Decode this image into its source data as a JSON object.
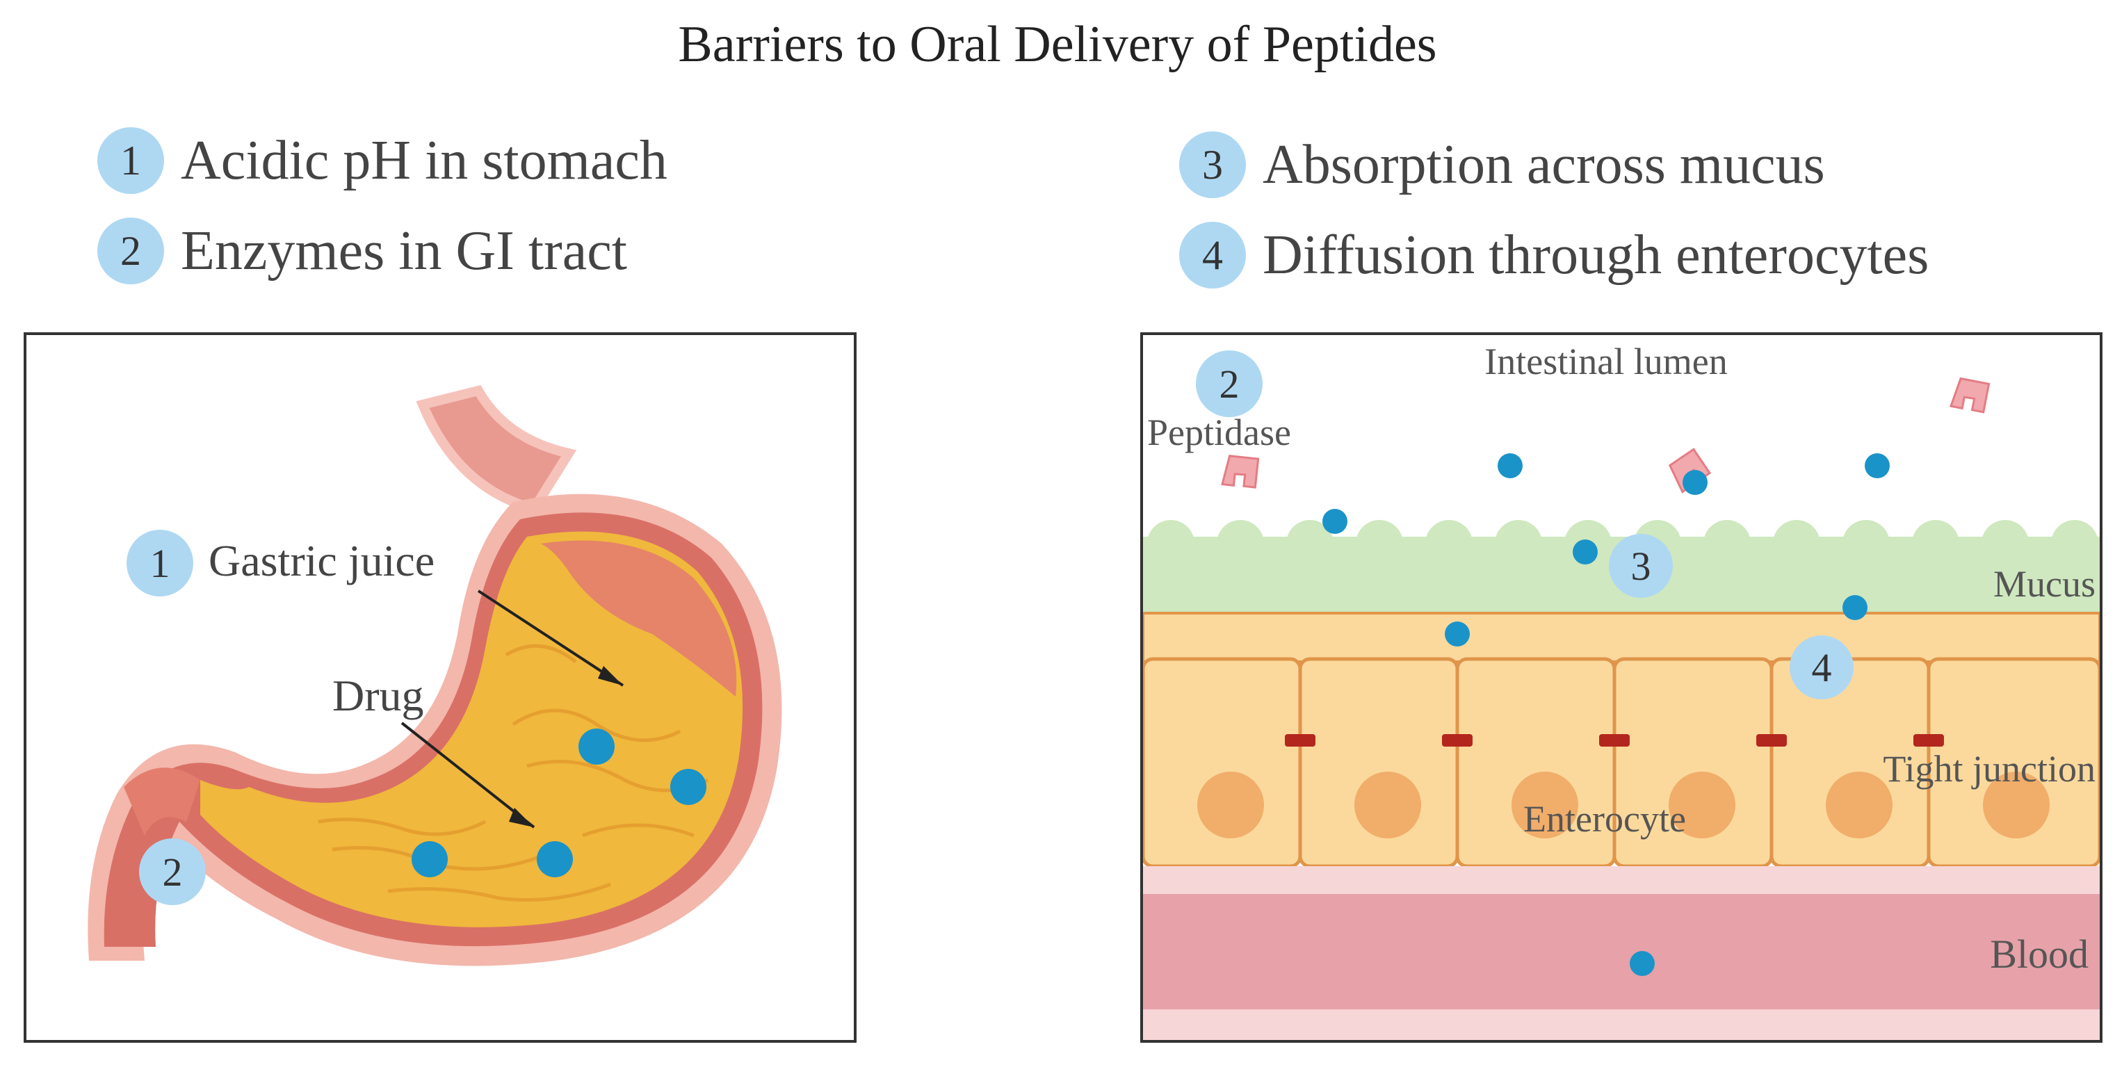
{
  "title": "Barriers to Oral Delivery of Peptides",
  "legend": [
    {
      "num": "1",
      "text": "Acidic pH in stomach"
    },
    {
      "num": "2",
      "text": "Enzymes in GI tract"
    },
    {
      "num": "3",
      "text": "Absorption across mucus"
    },
    {
      "num": "4",
      "text": "Diffusion through enterocytes"
    }
  ],
  "stomach_panel": {
    "marker_1": "1",
    "gastric_juice": "Gastric juice",
    "drug": "Drug",
    "marker_2": "2"
  },
  "intestine_panel": {
    "marker_2": "2",
    "peptidase": "Peptidase",
    "lumen": "Intestinal lumen",
    "marker_3": "3",
    "mucus": "Mucus",
    "marker_4": "4",
    "tight_junction": "Tight junction",
    "enterocyte": "Enterocyte",
    "blood": "Blood"
  },
  "colors": {
    "marker": "#aed8f2",
    "drug": "#1a93c9",
    "mucus": "#cfe8bf",
    "enterocyte": "#fbd99c",
    "cell_border": "#e0954a",
    "tight_junction": "#b3261e",
    "blood": "#e6a2a8",
    "peptidase": "#f2a9ad",
    "stomach_wall": "#d97066",
    "stomach_inner": "#f0b83c"
  }
}
